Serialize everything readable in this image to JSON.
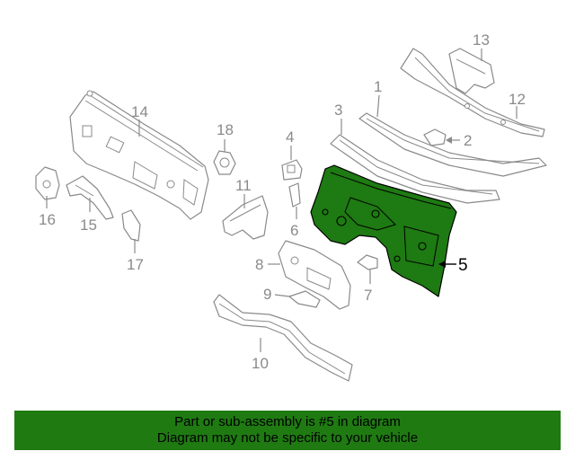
{
  "callouts": {
    "p1": "1",
    "p2": "2",
    "p3": "3",
    "p4": "4",
    "p5": "5",
    "p6": "6",
    "p7": "7",
    "p8": "8",
    "p9": "9",
    "p10": "10",
    "p11": "11",
    "p12": "12",
    "p13": "13",
    "p14": "14",
    "p15": "15",
    "p16": "16",
    "p17": "17",
    "p18": "18"
  },
  "highlighted_part": "5",
  "colors": {
    "highlight": "#1e7a12",
    "line": "#8a8a8a",
    "banner": "#1f7a12"
  },
  "banner": {
    "line1": "Part or sub-assembly is #5 in diagram",
    "line2": "Diagram may not be specific to your vehicle"
  }
}
